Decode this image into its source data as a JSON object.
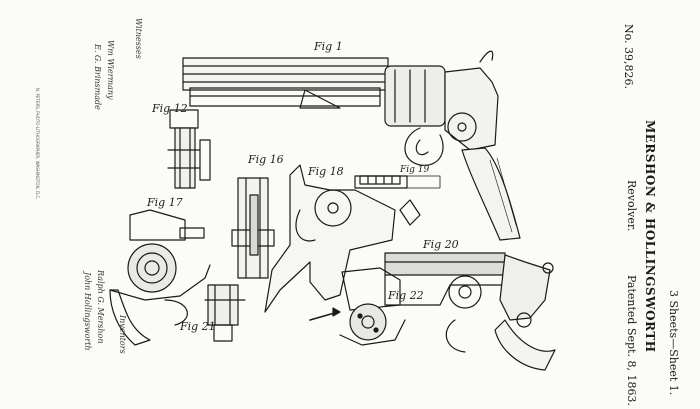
{
  "patent": {
    "number": "No. 39,826.",
    "inventors": "MERSHON & HOLLINGSWORTH",
    "title": "Revolver.",
    "sheets": "3 Sheets—Sheet 1.",
    "date": "Patented Sept. 8, 1863."
  },
  "figures": {
    "fig1": "Fig 1",
    "fig12": "Fig 12",
    "fig16": "Fig 16",
    "fig17": "Fig 17",
    "fig18": "Fig 18",
    "fig19": "Fig 19",
    "fig20": "Fig 20",
    "fig21": "Fig 21",
    "fig22": "Fig 22"
  },
  "signatures": {
    "witness_heading": "Witnesses",
    "witness_1": "Wm Wiermany",
    "witness_2": "E. G. Brinsmade",
    "inventor_heading": "Inventors",
    "inventor_1": "Ralph G. Mershon",
    "inventor_2": "John Hollingsworth"
  },
  "printer": "N. PETERS, PHOTO-LITHOGRAPHER, WASHINGTON, D.C."
}
